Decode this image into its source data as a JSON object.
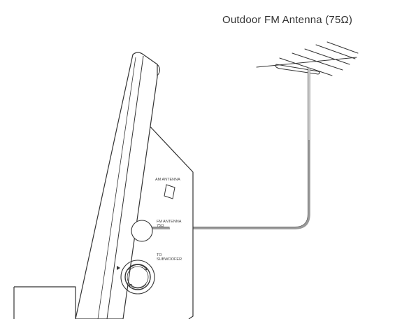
{
  "caption": "Outdoor FM Antenna (75Ω)",
  "labels": {
    "am_antenna": "AM ANTENNA",
    "fm_antenna": "FM ANTENNA",
    "fm_ohm": "75Ω",
    "subwoofer_line1": "TO",
    "subwoofer_line2": "SUBWOOFER"
  },
  "colors": {
    "line": "#333333",
    "cable": "#9a9a9a",
    "background": "#ffffff"
  }
}
